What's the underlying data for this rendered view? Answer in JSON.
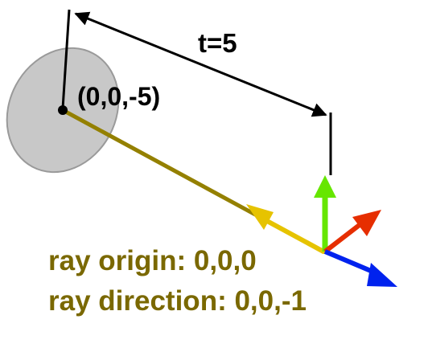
{
  "diagram": {
    "distance_label": "t=5",
    "point_label": "(0,0,-5)",
    "ray_origin_label": "ray origin: 0,0,0",
    "ray_direction_label": "ray direction: 0,0,-1",
    "colors": {
      "ray": "#948000",
      "ray_arrow": "#E6C300",
      "axis_up": "#66E600",
      "axis_right": "#E62E00",
      "axis_forward": "#0022EE",
      "sphere_fill": "#C8C8C8",
      "sphere_stroke": "#9A9A9A",
      "dimension": "#000000",
      "text_dark": "#000000",
      "text_olive": "#7A6800"
    }
  }
}
